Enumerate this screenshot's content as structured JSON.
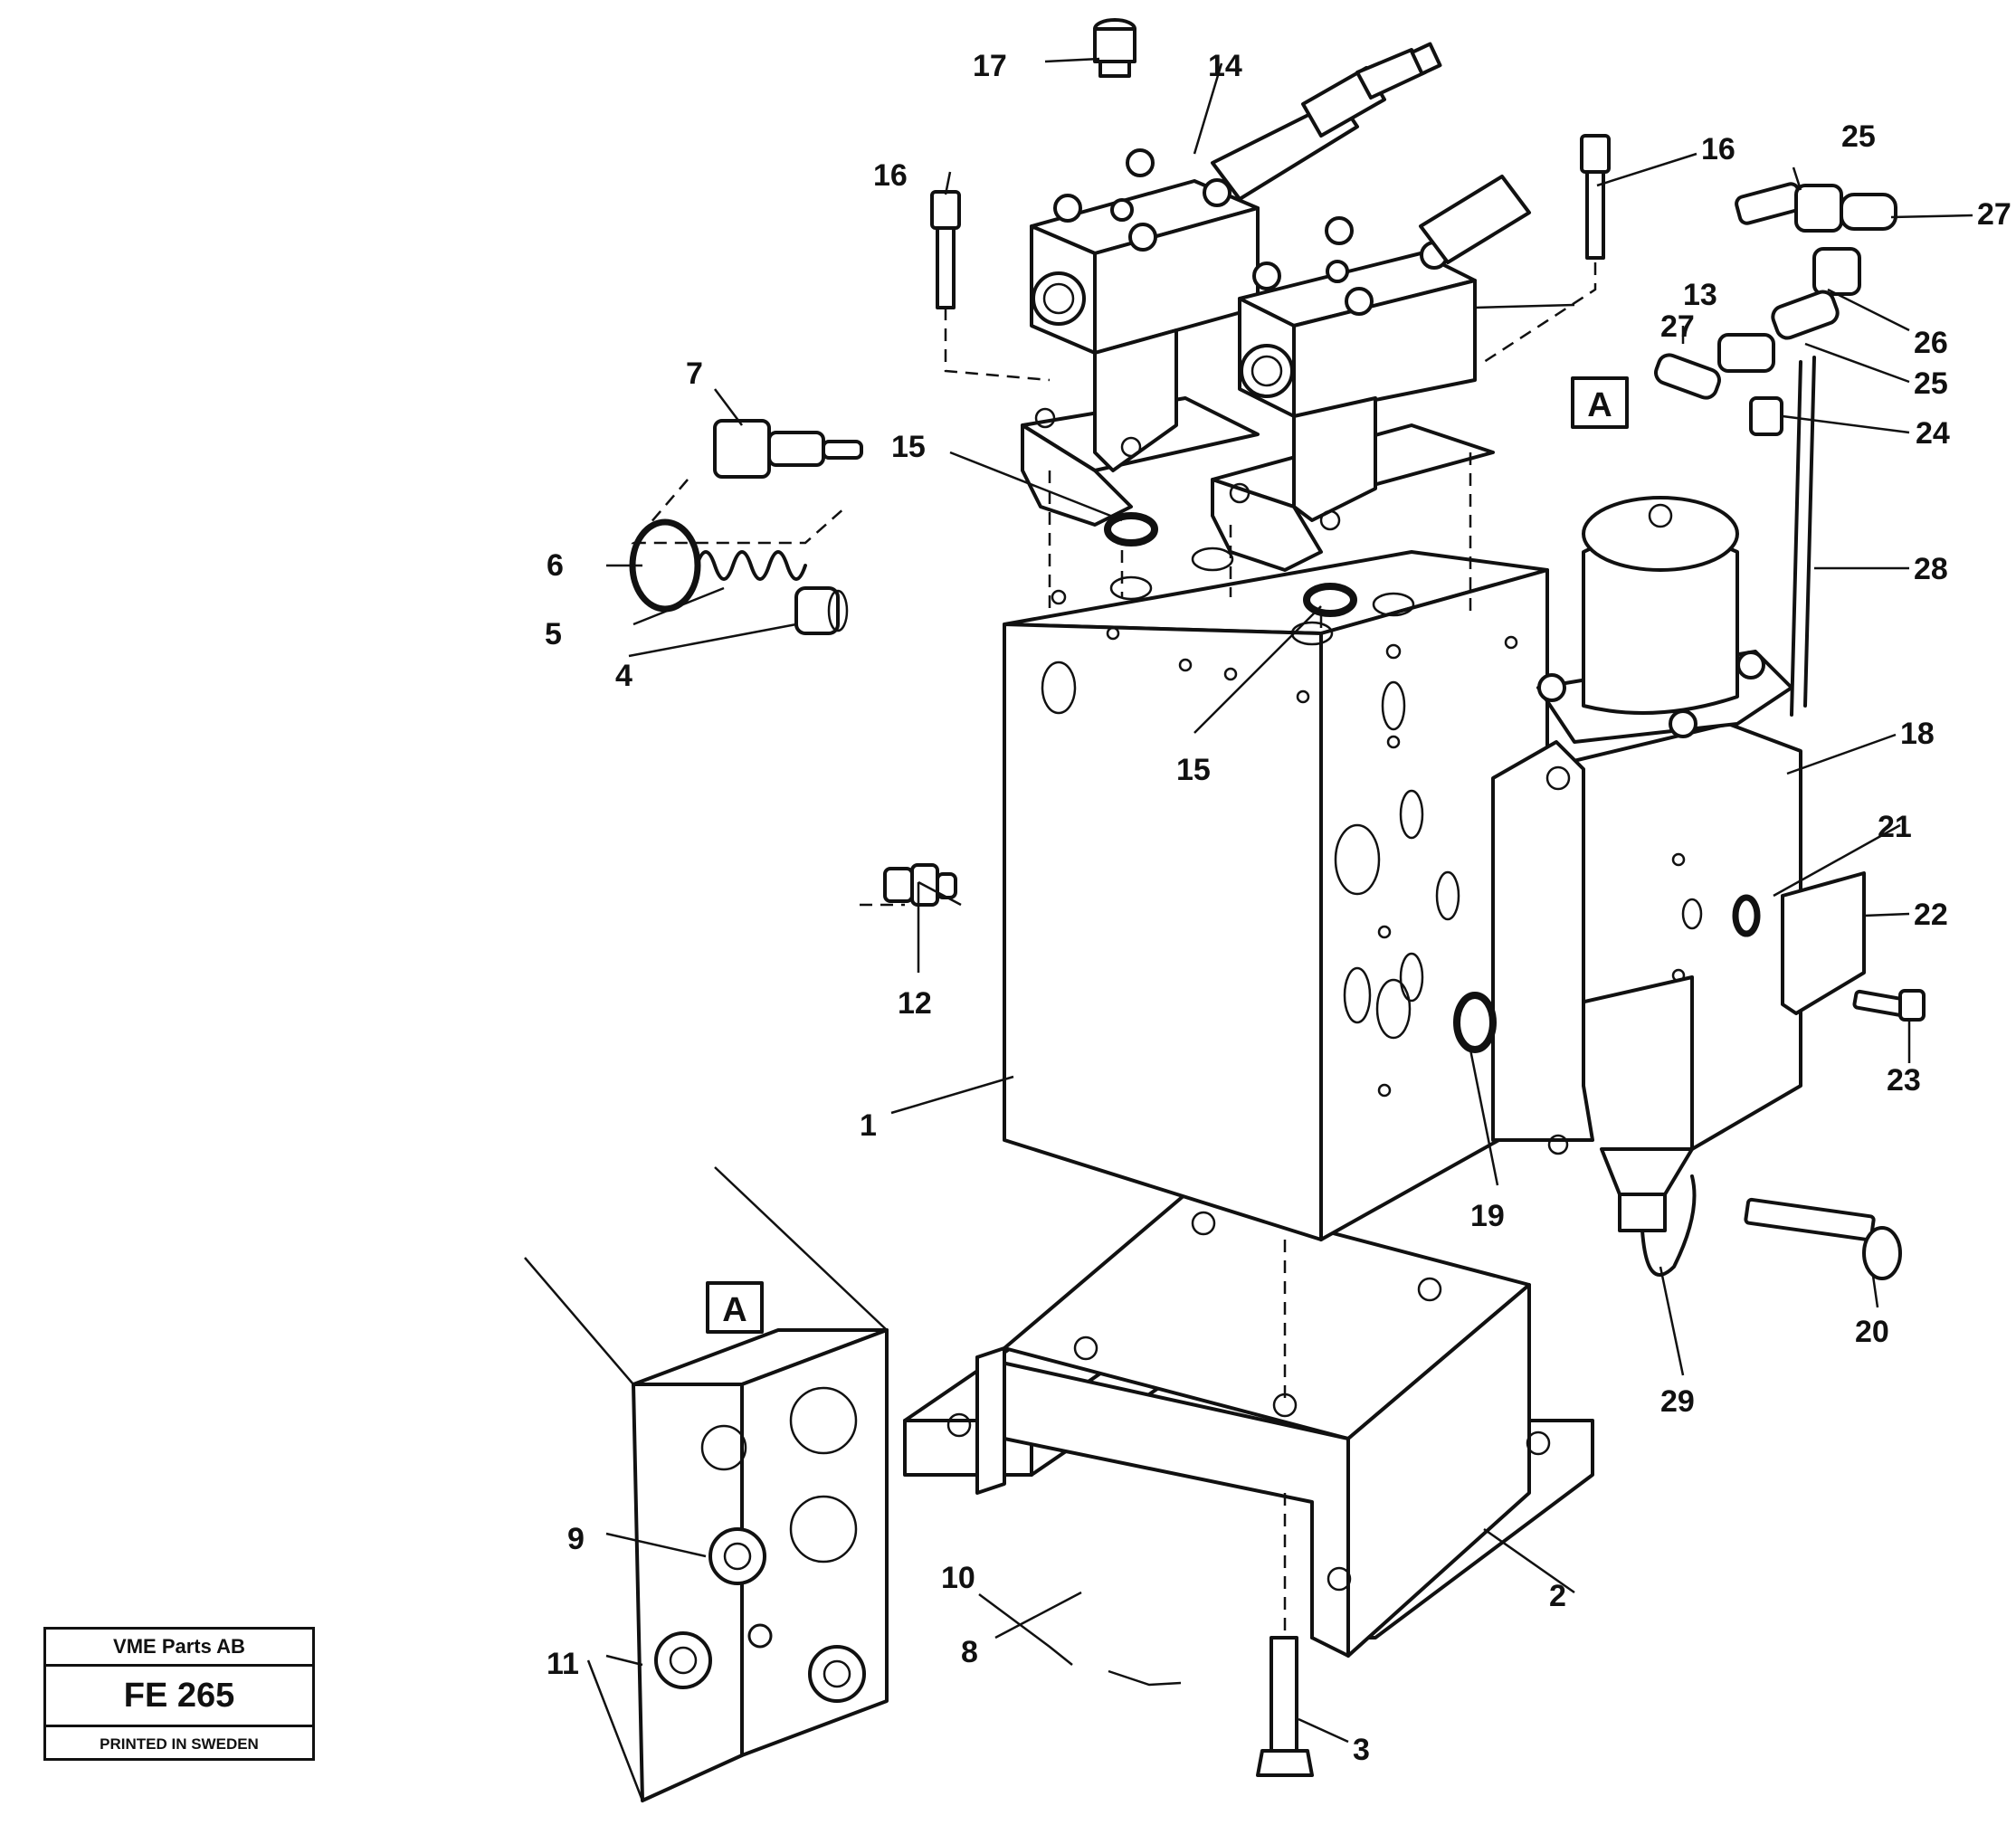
{
  "title_block": {
    "company": "VME Parts AB",
    "figure_code": "FE 265",
    "printed": "PRINTED IN SWEDEN"
  },
  "view_ref": "A",
  "callouts": {
    "c1": "1",
    "c2": "2",
    "c3": "3",
    "c4": "4",
    "c5": "5",
    "c6": "6",
    "c7": "7",
    "c8": "8",
    "c9": "9",
    "c10": "10",
    "c11": "11",
    "c12": "12",
    "c13": "13",
    "c14": "14",
    "c15a": "15",
    "c15b": "15",
    "c16a": "16",
    "c16b": "16",
    "c17": "17",
    "c18": "18",
    "c19": "19",
    "c20": "20",
    "c21": "21",
    "c22": "22",
    "c23": "23",
    "c24": "24",
    "c25a": "25",
    "c25b": "25",
    "c26": "26",
    "c27a": "27",
    "c27b": "27",
    "c28": "28",
    "c29": "29"
  }
}
